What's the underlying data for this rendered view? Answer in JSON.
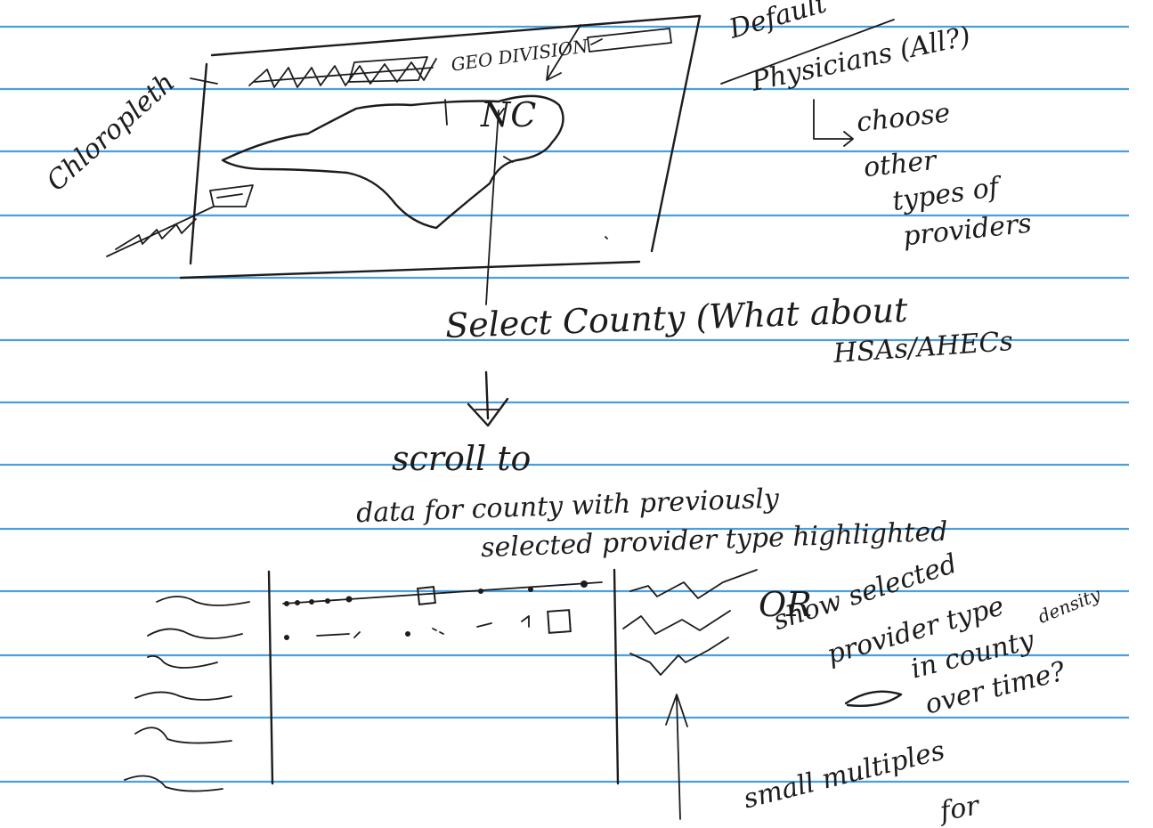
{
  "sketch": {
    "map_panel": {
      "side_label": "Chloropleth",
      "dropdown_label": "GEO DIVISION",
      "map_label": "NC"
    },
    "provider_notes": {
      "default_label": "Default",
      "physicians_label": "Physicians (All?)",
      "choose_line1": "choose",
      "choose_line2": "other",
      "choose_line3": "types of",
      "choose_line4": "providers"
    },
    "flow": {
      "select_county": "Select County (What about",
      "hsas_ahecs": "HSAs/AHECs",
      "scroll_to": "scroll to",
      "data_line1": "data for county with previously",
      "data_line2": "selected provider type highlighted"
    },
    "detail_panel": {
      "or_label": "OR",
      "show_line1": "show selected",
      "density_label": "density",
      "show_line2": "provider type",
      "show_line3": "in county",
      "show_line4": "over time?",
      "bottom_line1": "small multiples",
      "bottom_line2": "for"
    }
  }
}
